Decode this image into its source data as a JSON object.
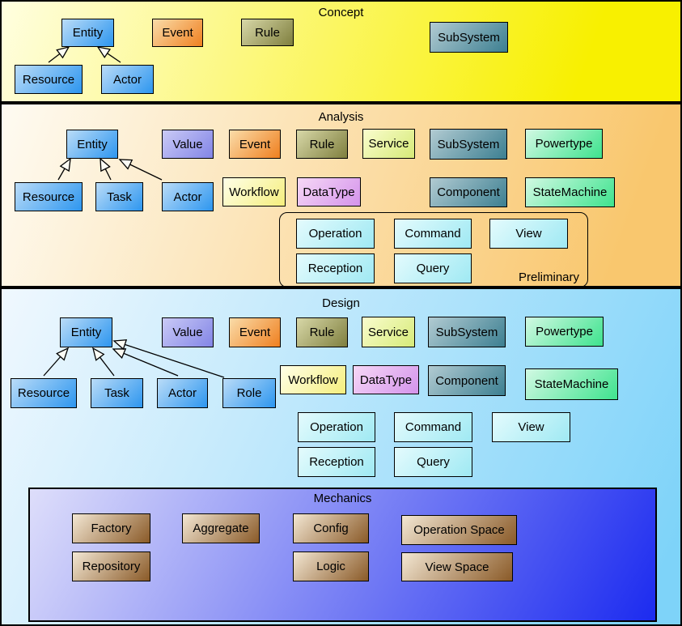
{
  "palette": {
    "blue": [
      "#BADCF8",
      "#2D96EF"
    ],
    "purple": [
      "#CACAF6",
      "#8285E6"
    ],
    "orange": [
      "#FADCA9",
      "#EF8020"
    ],
    "olive": [
      "#D8D8A8",
      "#7F7F3E"
    ],
    "lime": [
      "#FAFDCE",
      "#D6EA78"
    ],
    "teal": [
      "#B2CBD2",
      "#3C7F91"
    ],
    "green": [
      "#D2F9E3",
      "#3EE38E"
    ],
    "yellow": [
      "#FFFFE8",
      "#F5EE7D"
    ],
    "violet": [
      "#F6D8F6",
      "#D493EB"
    ],
    "cyan": [
      "#E4FBFD",
      "#9FE9F3"
    ],
    "brown": [
      "#F3E7D3",
      "#8A5A28"
    ],
    "band_concept": [
      "#FFFEE0",
      "#F8F000"
    ],
    "band_analysis": [
      "#FEFBF2",
      "#F9C76E"
    ],
    "band_design": [
      "#F0F8FE",
      "#7ED3F9"
    ],
    "mechanics_bg": [
      "#DEDEFA",
      "#1C2BF0"
    ],
    "line_color": "#000000"
  },
  "bands": {
    "concept": {
      "title": "Concept",
      "nodes": [
        {
          "label": "Entity"
        },
        {
          "label": "Event"
        },
        {
          "label": "Rule"
        },
        {
          "label": "SubSystem"
        },
        {
          "label": "Resource"
        },
        {
          "label": "Actor"
        }
      ],
      "relations": [
        {
          "from": "Resource",
          "to": "Entity",
          "type": "inheritance"
        },
        {
          "from": "Actor",
          "to": "Entity",
          "type": "inheritance"
        }
      ]
    },
    "analysis": {
      "title": "Analysis",
      "nodes": [
        {
          "label": "Entity"
        },
        {
          "label": "Value"
        },
        {
          "label": "Event"
        },
        {
          "label": "Rule"
        },
        {
          "label": "Service"
        },
        {
          "label": "SubSystem"
        },
        {
          "label": "Powertype"
        },
        {
          "label": "Resource"
        },
        {
          "label": "Task"
        },
        {
          "label": "Actor"
        },
        {
          "label": "Workflow"
        },
        {
          "label": "DataType"
        },
        {
          "label": "Component"
        },
        {
          "label": "StateMachine"
        }
      ],
      "preliminary": {
        "label": "Preliminary",
        "nodes": [
          {
            "label": "Operation"
          },
          {
            "label": "Command"
          },
          {
            "label": "View"
          },
          {
            "label": "Reception"
          },
          {
            "label": "Query"
          }
        ]
      },
      "relations": [
        {
          "from": "Resource",
          "to": "Entity",
          "type": "inheritance"
        },
        {
          "from": "Task",
          "to": "Entity",
          "type": "inheritance"
        },
        {
          "from": "Actor",
          "to": "Entity",
          "type": "inheritance"
        }
      ]
    },
    "design": {
      "title": "Design",
      "nodes": [
        {
          "label": "Entity"
        },
        {
          "label": "Value"
        },
        {
          "label": "Event"
        },
        {
          "label": "Rule"
        },
        {
          "label": "Service"
        },
        {
          "label": "SubSystem"
        },
        {
          "label": "Powertype"
        },
        {
          "label": "Resource"
        },
        {
          "label": "Task"
        },
        {
          "label": "Actor"
        },
        {
          "label": "Role"
        },
        {
          "label": "Workflow"
        },
        {
          "label": "DataType"
        },
        {
          "label": "Component"
        },
        {
          "label": "StateMachine"
        },
        {
          "label": "Operation"
        },
        {
          "label": "Command"
        },
        {
          "label": "View"
        },
        {
          "label": "Reception"
        },
        {
          "label": "Query"
        }
      ],
      "relations": [
        {
          "from": "Resource",
          "to": "Entity",
          "type": "inheritance"
        },
        {
          "from": "Task",
          "to": "Entity",
          "type": "inheritance"
        },
        {
          "from": "Actor",
          "to": "Entity",
          "type": "inheritance"
        },
        {
          "from": "Role",
          "to": "Entity",
          "type": "inheritance"
        }
      ],
      "mechanics": {
        "title": "Mechanics",
        "nodes": [
          {
            "label": "Factory"
          },
          {
            "label": "Aggregate"
          },
          {
            "label": "Config"
          },
          {
            "label": "Operation Space"
          },
          {
            "label": "Repository"
          },
          {
            "label": "Logic"
          },
          {
            "label": "View Space"
          }
        ]
      }
    }
  }
}
